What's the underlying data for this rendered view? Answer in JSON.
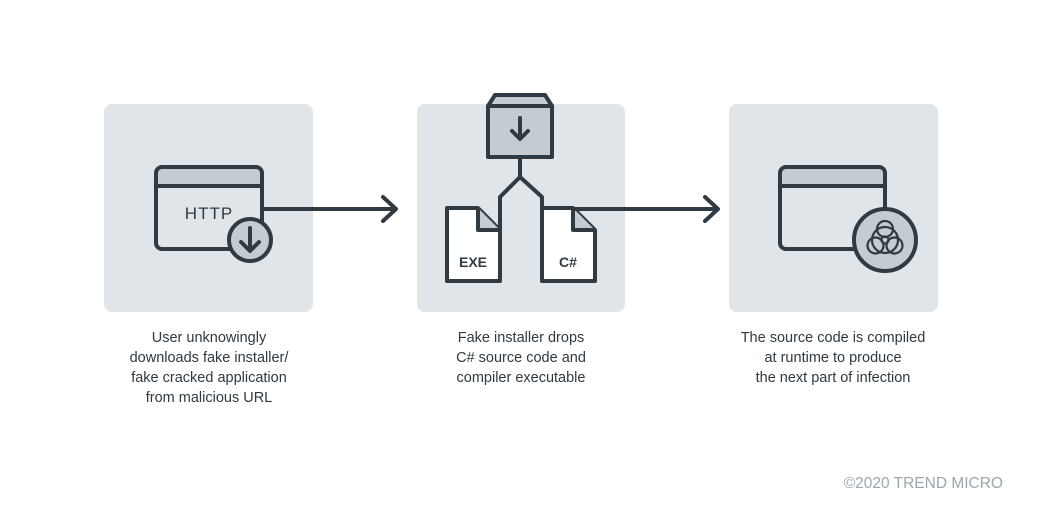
{
  "colors": {
    "panel": "#dfe5e8",
    "stroke": "#303a42",
    "header": "#c4ccd1",
    "caption": "#2e3a42",
    "copyright": "#9aa7ad"
  },
  "steps": [
    {
      "icon": "browser-download-icon",
      "icon_label": "HTTP",
      "caption": [
        "User unknowingly",
        "downloads fake installer/",
        "fake cracked application",
        "from malicious URL"
      ]
    },
    {
      "icon": "installer-box-icon",
      "file_labels": [
        "EXE",
        "C#"
      ],
      "caption": [
        "Fake installer drops",
        "C# source code and",
        "compiler executable"
      ]
    },
    {
      "icon": "browser-biohazard-icon",
      "caption": [
        "The source code is compiled",
        "at runtime to produce",
        "the next part of infection"
      ]
    }
  ],
  "footer": {
    "copyright": "©2020 TREND MICRO"
  }
}
